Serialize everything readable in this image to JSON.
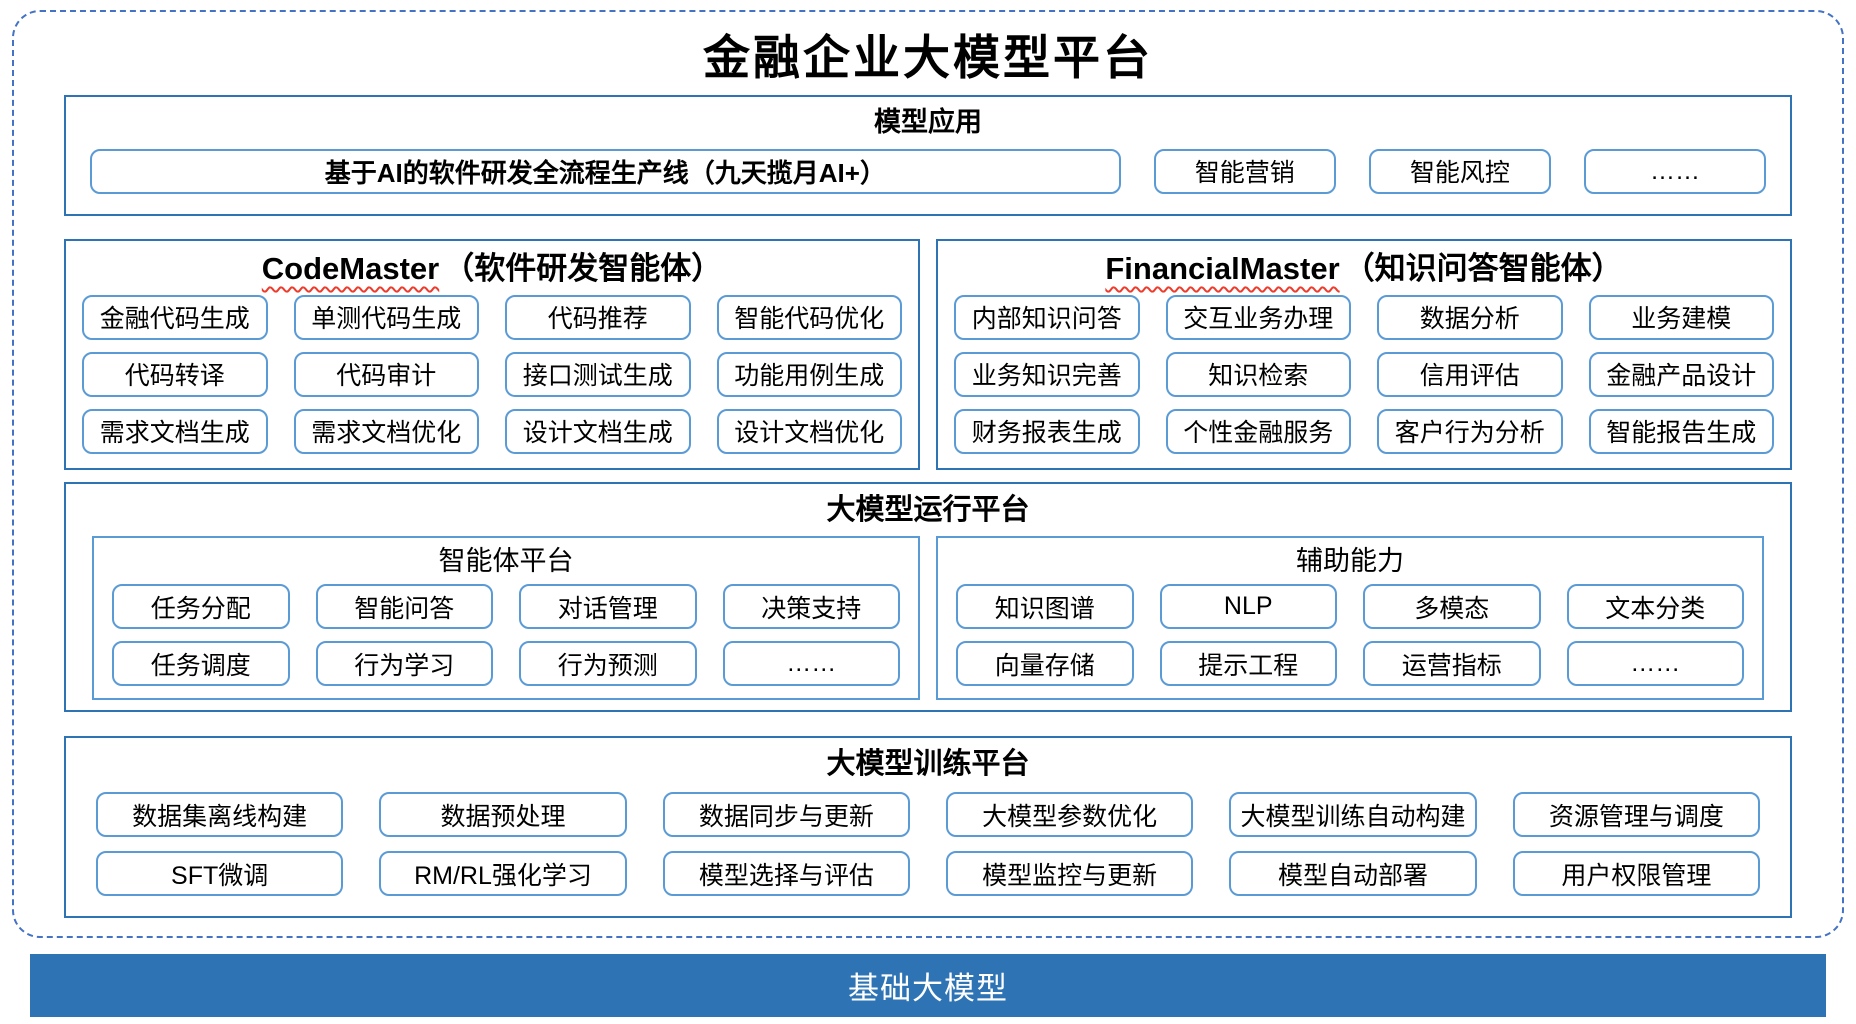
{
  "title": "金融企业大模型平台",
  "colors": {
    "frame_dashed_blue": "#4472C4",
    "section_border_blue": "#2E74B5",
    "item_border_blue": "#5B9BD5",
    "foundation_bar_blue": "#2E74B5",
    "squiggle_red": "#EE3B2B",
    "text_black": "#000000",
    "foundation_text_white": "#FFFFFF"
  },
  "model_application": {
    "header": "模型应用",
    "main_item": "基于AI的软件研发全流程生产线（九天揽月AI+）",
    "items": [
      "智能营销",
      "智能风控",
      "……"
    ]
  },
  "agents": [
    {
      "name_en": "CodeMaster",
      "name_cn": "（软件研发智能体）",
      "items": [
        "金融代码生成",
        "单测代码生成",
        "代码推荐",
        "智能代码优化",
        "代码转译",
        "代码审计",
        "接口测试生成",
        "功能用例生成",
        "需求文档生成",
        "需求文档优化",
        "设计文档生成",
        "设计文档优化"
      ]
    },
    {
      "name_en": "FinancialMaster",
      "name_cn": "（知识问答智能体）",
      "items": [
        "内部知识问答",
        "交互业务办理",
        "数据分析",
        "业务建模",
        "业务知识完善",
        "知识检索",
        "信用评估",
        "金融产品设计",
        "财务报表生成",
        "个性金融服务",
        "客户行为分析",
        "智能报告生成"
      ]
    }
  ],
  "runtime_platform": {
    "header": "大模型运行平台",
    "groups": [
      {
        "title": "智能体平台",
        "items": [
          "任务分配",
          "智能问答",
          "对话管理",
          "决策支持",
          "任务调度",
          "行为学习",
          "行为预测",
          "……"
        ]
      },
      {
        "title": "辅助能力",
        "items": [
          "知识图谱",
          "NLP",
          "多模态",
          "文本分类",
          "向量存储",
          "提示工程",
          "运营指标",
          "……"
        ]
      }
    ]
  },
  "training_platform": {
    "header": "大模型训练平台",
    "items": [
      "数据集离线构建",
      "数据预处理",
      "数据同步与更新",
      "大模型参数优化",
      "大模型训练自动构建",
      "资源管理与调度",
      "SFT微调",
      "RM/RL强化学习",
      "模型选择与评估",
      "模型监控与更新",
      "模型自动部署",
      "用户权限管理"
    ]
  },
  "foundation_bar": {
    "label": "基础大模型"
  }
}
